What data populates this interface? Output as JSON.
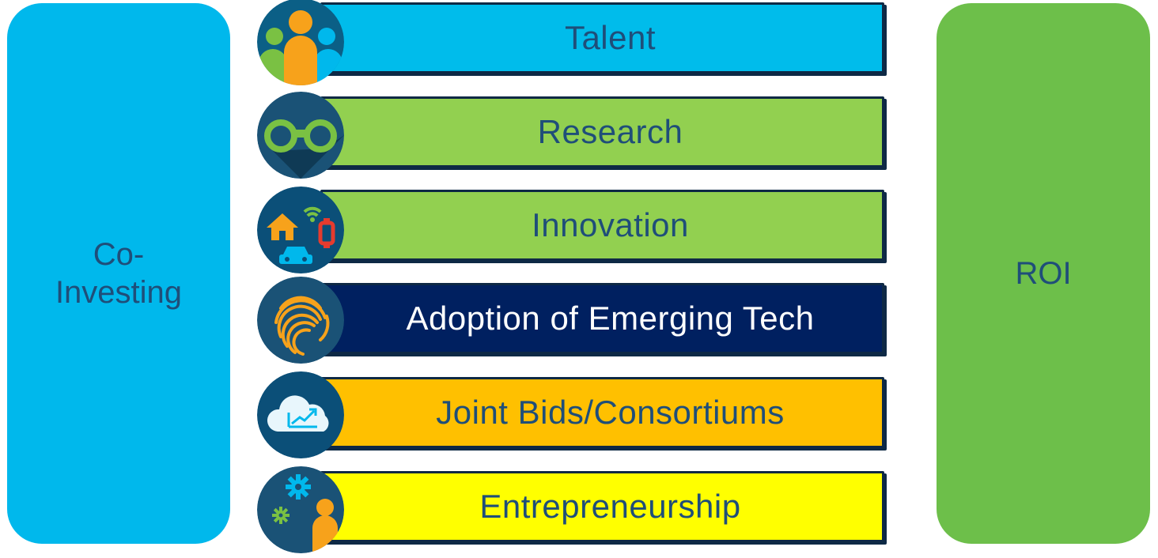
{
  "left_panel": {
    "label": "Co-\nInvesting",
    "color": "#00b8ec"
  },
  "right_panel": {
    "label": "ROI",
    "color": "#6dbf4a"
  },
  "rows": [
    {
      "label": "Talent",
      "icon": "people-icon",
      "fill": "#00bceb",
      "text_color": "#1f4e79"
    },
    {
      "label": "Research",
      "icon": "binoculars-icon",
      "fill": "#92d050",
      "text_color": "#1f4e79"
    },
    {
      "label": "Innovation",
      "icon": "iot-devices-icon",
      "fill": "#92d050",
      "text_color": "#1f4e79"
    },
    {
      "label": "Adoption of Emerging Tech",
      "icon": "fingerprint-icon",
      "fill": "#002060",
      "text_color": "#ffffff"
    },
    {
      "label": "Joint Bids/Consortiums",
      "icon": "cloud-chart-icon",
      "fill": "#ffc000",
      "text_color": "#1f4e79"
    },
    {
      "label": "Entrepreneurship",
      "icon": "gear-person-icon",
      "fill": "#ffff00",
      "text_color": "#1f4e79"
    }
  ]
}
